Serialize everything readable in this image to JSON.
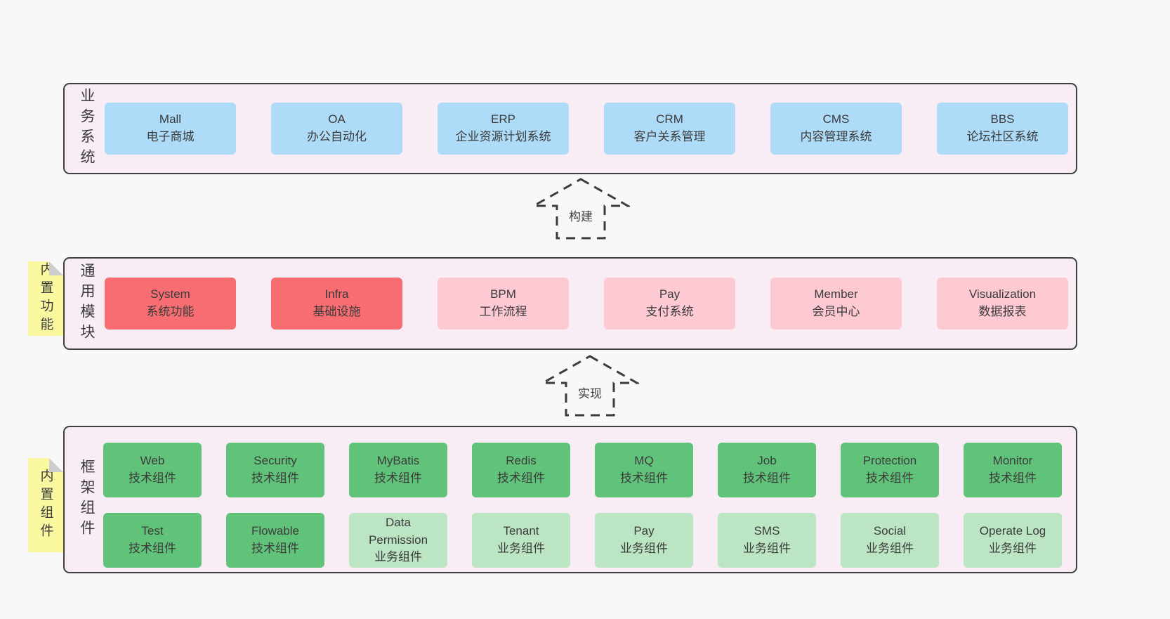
{
  "diagram": {
    "layers": [
      {
        "label": "业务系统",
        "boxes": [
          {
            "title": "Mall",
            "subtitle": "电子商城"
          },
          {
            "title": "OA",
            "subtitle": "办公自动化"
          },
          {
            "title": "ERP",
            "subtitle": "企业资源计划系统"
          },
          {
            "title": "CRM",
            "subtitle": "客户关系管理"
          },
          {
            "title": "CMS",
            "subtitle": "内容管理系统"
          },
          {
            "title": "BBS",
            "subtitle": "论坛社区系统"
          }
        ]
      },
      {
        "label": "通用模块",
        "note": "内置功能",
        "boxes": [
          {
            "title": "System",
            "subtitle": "系统功能"
          },
          {
            "title": "Infra",
            "subtitle": "基础设施"
          },
          {
            "title": "BPM",
            "subtitle": "工作流程"
          },
          {
            "title": "Pay",
            "subtitle": "支付系统"
          },
          {
            "title": "Member",
            "subtitle": "会员中心"
          },
          {
            "title": "Visualization",
            "subtitle": "数据报表"
          }
        ]
      },
      {
        "label": "框架组件",
        "note": "内置组件",
        "rows": [
          [
            {
              "title": "Web",
              "subtitle": "技术组件"
            },
            {
              "title": "Security",
              "subtitle": "技术组件"
            },
            {
              "title": "MyBatis",
              "subtitle": "技术组件"
            },
            {
              "title": "Redis",
              "subtitle": "技术组件"
            },
            {
              "title": "MQ",
              "subtitle": "技术组件"
            },
            {
              "title": "Job",
              "subtitle": "技术组件"
            },
            {
              "title": "Protection",
              "subtitle": "技术组件"
            },
            {
              "title": "Monitor",
              "subtitle": "技术组件"
            }
          ],
          [
            {
              "title": "Test",
              "subtitle": "技术组件"
            },
            {
              "title": "Flowable",
              "subtitle": "技术组件"
            },
            {
              "title": "Data Permission",
              "subtitle": "业务组件"
            },
            {
              "title": "Tenant",
              "subtitle": "业务组件"
            },
            {
              "title": "Pay",
              "subtitle": "业务组件"
            },
            {
              "title": "SMS",
              "subtitle": "业务组件"
            },
            {
              "title": "Social",
              "subtitle": "业务组件"
            },
            {
              "title": "Operate Log",
              "subtitle": "业务组件"
            }
          ]
        ]
      }
    ],
    "arrows": [
      {
        "label": "构建"
      },
      {
        "label": "实现"
      }
    ],
    "colors": {
      "page_bg": "#f8f8f8",
      "panel_bg": "#f8ecf5",
      "panel_border": "#3f3f3f",
      "blue_box": "#aedcf8",
      "red_box": "#f76d72",
      "pink_box": "#fdc9d3",
      "green_dark_box": "#61c37a",
      "green_light_box": "#bce5c3",
      "sticky_note": "#fbf9a0",
      "text": "#3d3d3d"
    }
  }
}
